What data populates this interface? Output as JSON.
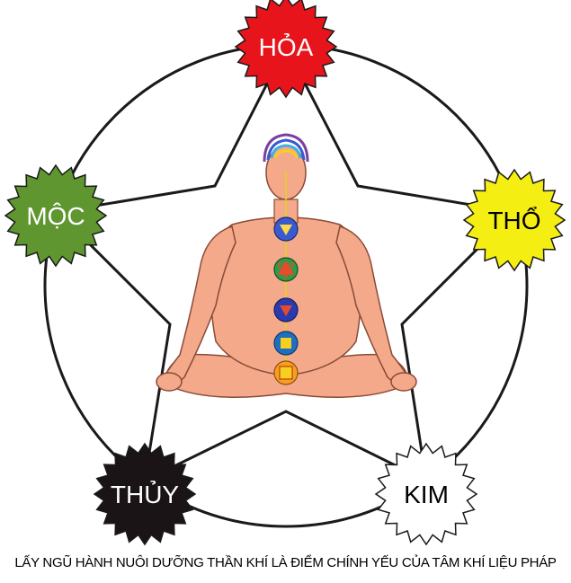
{
  "elements": [
    {
      "id": "hoa",
      "label": "HỎA",
      "fill": "#e8141c",
      "text_color": "#ffffff"
    },
    {
      "id": "tho",
      "label": "THỔ",
      "fill": "#f5ee12",
      "text_color": "#000000"
    },
    {
      "id": "kim",
      "label": "KIM",
      "fill": "#ffffff",
      "text_color": "#000000"
    },
    {
      "id": "thuy",
      "label": "THỦY",
      "fill": "#1a1416",
      "text_color": "#ffffff"
    },
    {
      "id": "moc",
      "label": "MỘC",
      "fill": "#5f9630",
      "text_color": "#ffffff"
    }
  ],
  "caption": "LẤY NGŨ HÀNH NUÔI DƯỠNG THẦN KHÍ LÀ ĐIỂM CHÍNH YẾU CỦA TÂM KHÍ LIỆU PHÁP",
  "colors": {
    "line": "#1a1a1a",
    "skin": "#f3a98a",
    "skin_dark": "#d9805f"
  },
  "figure_icon": "meditating-figure-with-chakras-icon"
}
